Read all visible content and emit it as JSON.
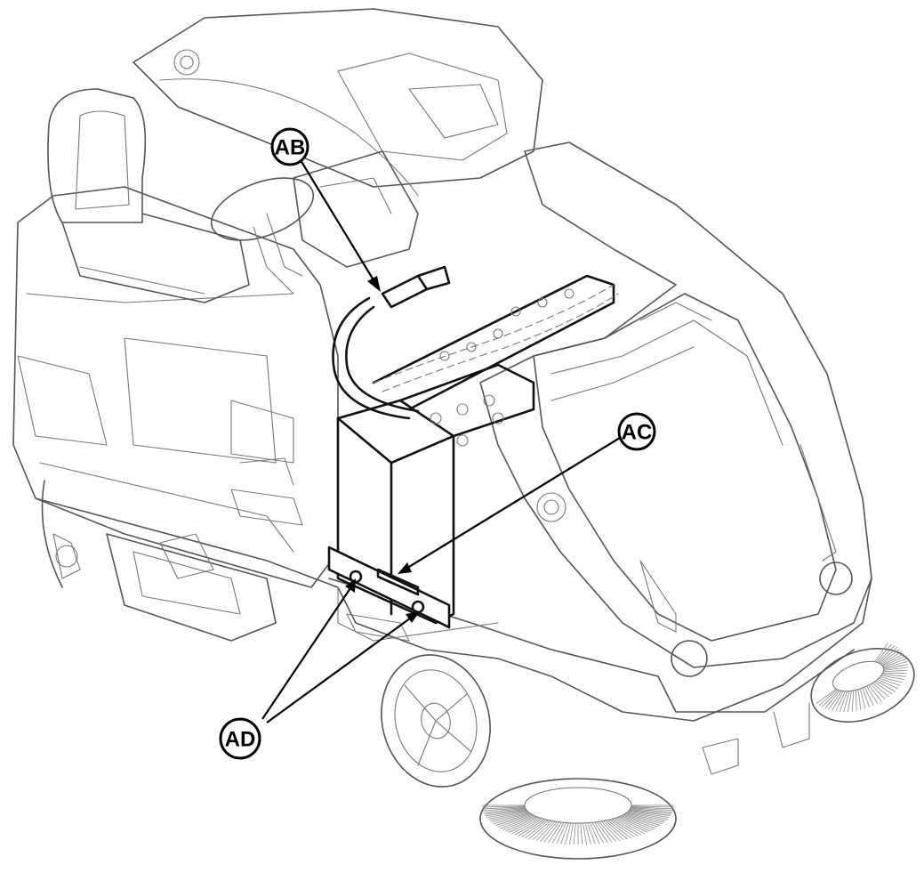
{
  "callouts": [
    {
      "id": "AB",
      "label": "AB"
    },
    {
      "id": "AC",
      "label": "AC"
    },
    {
      "id": "AD",
      "label": "AD"
    }
  ],
  "colors": {
    "line": "#555555",
    "highlight": "#111111",
    "background": "#ffffff"
  }
}
